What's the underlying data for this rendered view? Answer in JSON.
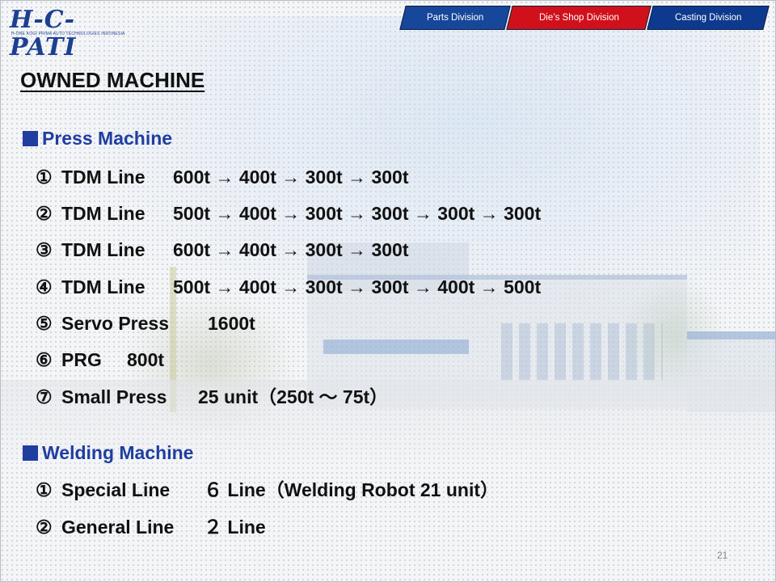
{
  "logo": {
    "text": "H-C-PATI",
    "subtitle": "H-ONE KOGI PRIMA AUTO TECHNOLOGIES INDONESIA"
  },
  "tabs": [
    {
      "label": "Parts Division",
      "color": "#16479a"
    },
    {
      "label": "Die’s Shop Division",
      "color": "#d0111b"
    },
    {
      "label": "Casting Division",
      "color": "#0d3a8e"
    }
  ],
  "title": "OWNED MACHINE",
  "press": {
    "heading": "Press Machine",
    "items": [
      {
        "num": "①",
        "name": "TDM Line",
        "spec": "600t → 400t → 300t → 300t"
      },
      {
        "num": "②",
        "name": "TDM Line",
        "spec": "500t → 400t → 300t → 300t → 300t → 300t"
      },
      {
        "num": "③",
        "name": "TDM Line",
        "spec": "600t → 400t → 300t → 300t"
      },
      {
        "num": "④",
        "name": "TDM Line",
        "spec": "500t → 400t → 300t → 300t → 400t → 500t"
      },
      {
        "num": "⑤",
        "name": "Servo Press",
        "spec": "1600t"
      },
      {
        "num": "⑥",
        "name": "PRG",
        "spec": "800t"
      },
      {
        "num": "⑦",
        "name": "Small Press",
        "spec": "25 unit（250t ～ 75t）"
      }
    ]
  },
  "welding": {
    "heading": "Welding Machine",
    "items": [
      {
        "num": "①",
        "name": "Special Line",
        "spec": "６ Line（Welding Robot 21 unit）"
      },
      {
        "num": "②",
        "name": "General Line",
        "spec": "２ Line"
      }
    ]
  },
  "page_number": "21",
  "colors": {
    "heading_blue": "#1f3ea0",
    "text": "#111111"
  }
}
